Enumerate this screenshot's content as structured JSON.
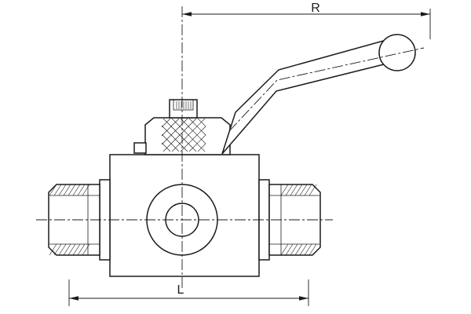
{
  "figure": {
    "kind": "technical-line-drawing",
    "subject": "ball valve with lever handle, front view"
  },
  "labels": {
    "r": "R",
    "l": "L"
  },
  "colors": {
    "line": "#1b1b1b",
    "background": "#ffffff"
  }
}
